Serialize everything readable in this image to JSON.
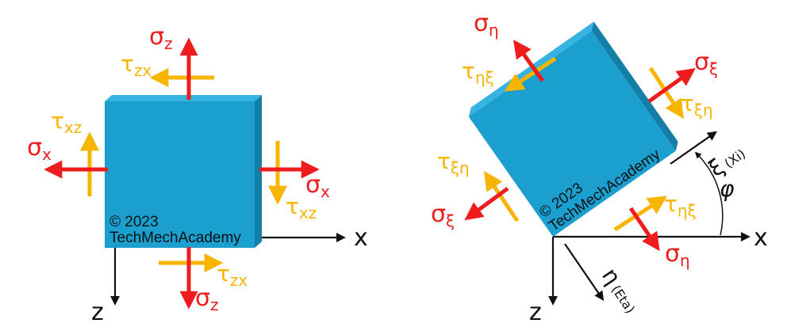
{
  "colors": {
    "normal_stress": "#ee1c1c",
    "shear_stress": "#f7b500",
    "cube_front": "#1a9fcf",
    "cube_side": "#137ea6",
    "cube_top": "#36b3e0",
    "axis": "#111111"
  },
  "left": {
    "sigma_z_top": {
      "base": "σ",
      "sub": "z"
    },
    "tau_zx_top": {
      "base": "τ",
      "sub": "zx"
    },
    "tau_xz_left": {
      "base": "τ",
      "sub": "xz"
    },
    "sigma_x_left": {
      "base": "σ",
      "sub": "x"
    },
    "sigma_x_right": {
      "base": "σ",
      "sub": "x"
    },
    "tau_xz_right": {
      "base": "τ",
      "sub": "xz"
    },
    "tau_zx_bottom": {
      "base": "τ",
      "sub": "zx"
    },
    "sigma_z_bottom": {
      "base": "σ",
      "sub": "z"
    },
    "axis_x": "x",
    "axis_z": "z",
    "watermark": {
      "copyright": "© 2023",
      "name": "TechMechAcademy"
    }
  },
  "right": {
    "sigma_eta_top": {
      "base": "σ",
      "sub": "η"
    },
    "tau_etaxi_top": {
      "base": "τ",
      "sub": "ηξ"
    },
    "sigma_xi_right": {
      "base": "σ",
      "sub": "ξ"
    },
    "tau_xieta_right": {
      "base": "τ",
      "sub": "ξη"
    },
    "tau_xieta_left": {
      "base": "τ",
      "sub": "ξη"
    },
    "sigma_xi_left": {
      "base": "σ",
      "sub": "ξ"
    },
    "tau_etaxi_bottom": {
      "base": "τ",
      "sub": "ηξ"
    },
    "sigma_eta_bottom": {
      "base": "σ",
      "sub": "η"
    },
    "axis_xi": {
      "sym": "ξ",
      "name": "(Xi)"
    },
    "axis_eta": {
      "sym": "η",
      "name": "(Eta)"
    },
    "axis_x": "x",
    "axis_z": "z",
    "angle": "φ",
    "watermark": {
      "copyright": "© 2023",
      "name": "TechMechAcademy"
    }
  }
}
